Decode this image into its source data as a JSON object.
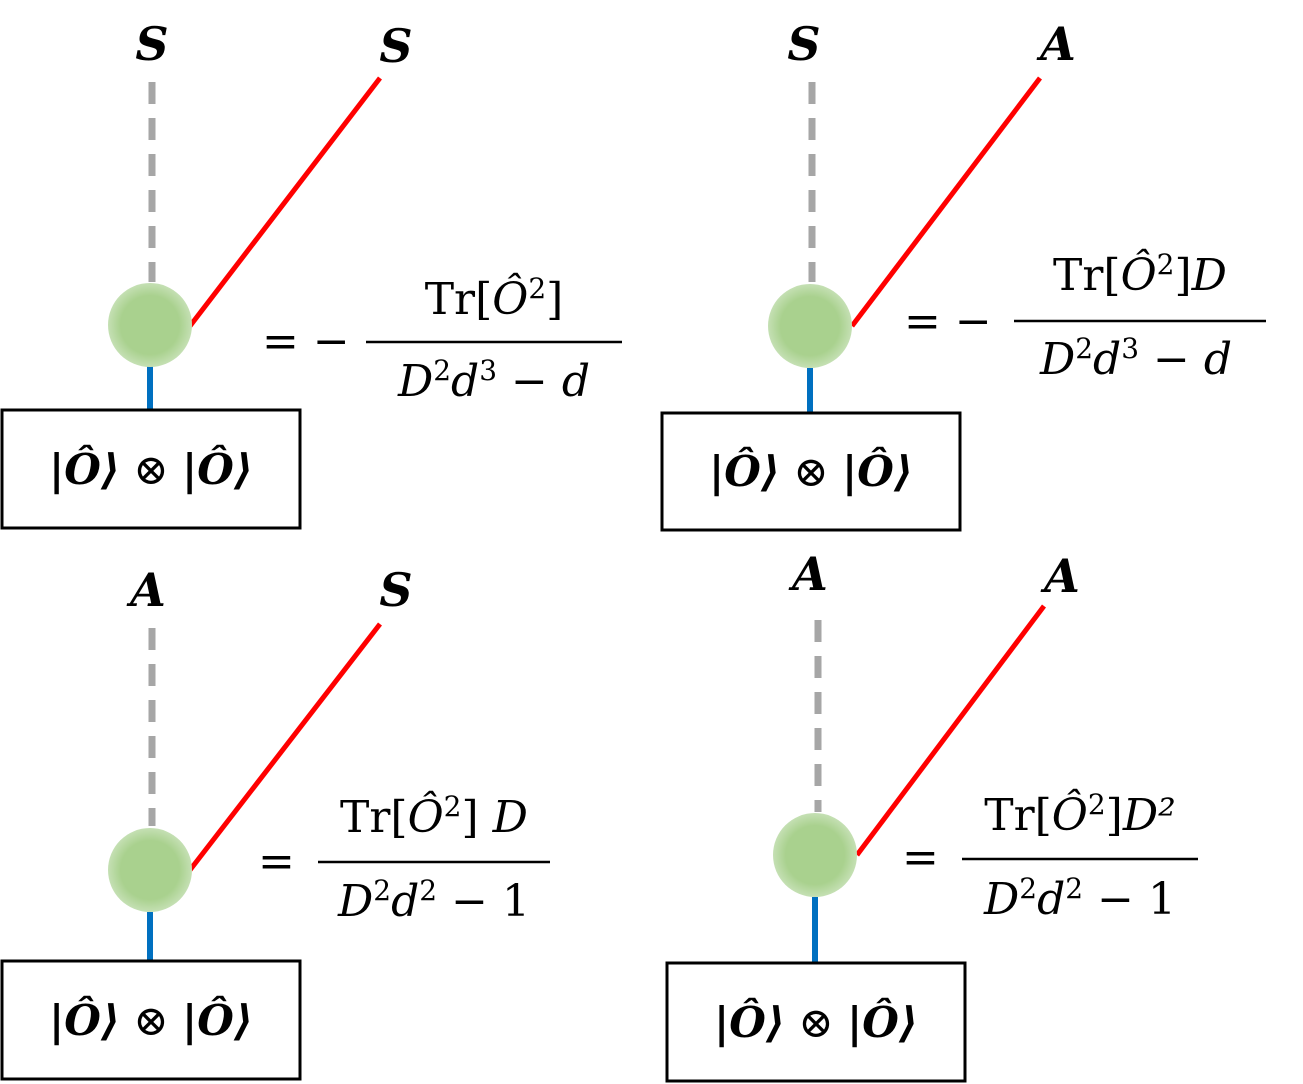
{
  "panels": [
    {
      "id": "top-left",
      "left_label": "S",
      "right_label": "S",
      "sign": "= −",
      "numerator": {
        "prefix": "Tr[",
        "op": "Ô",
        "sup": "2",
        "suffix": "]",
        "tail": ""
      },
      "denominator": {
        "a": "D",
        "a_sup": "2",
        "b": "d",
        "b_sup": "3",
        "rest": " − ",
        "c": "d"
      },
      "ket": {
        "left": "|Ô⟩",
        "tensor": " ⊗ ",
        "right": "|Ô⟩"
      }
    },
    {
      "id": "top-right",
      "left_label": "S",
      "right_label": "A",
      "sign": "= −",
      "numerator": {
        "prefix": "Tr[",
        "op": "Ô",
        "sup": "2",
        "suffix": "]",
        "tail": "D"
      },
      "denominator": {
        "a": "D",
        "a_sup": "2",
        "b": "d",
        "b_sup": "3",
        "rest": " − ",
        "c": "d"
      },
      "ket": {
        "left": "|Ô⟩",
        "tensor": " ⊗ ",
        "right": "|Ô⟩"
      }
    },
    {
      "id": "bottom-left",
      "left_label": "A",
      "right_label": "S",
      "sign": "=",
      "numerator": {
        "prefix": "Tr[",
        "op": "Ô",
        "sup": "2",
        "suffix": "]",
        "tail": " D"
      },
      "denominator": {
        "a": "D",
        "a_sup": "2",
        "b": "d",
        "b_sup": "2",
        "rest": " − 1",
        "c": ""
      },
      "ket": {
        "left": "|Ô⟩",
        "tensor": " ⊗ ",
        "right": "|Ô⟩"
      }
    },
    {
      "id": "bottom-right",
      "left_label": "A",
      "right_label": "A",
      "sign": "=",
      "numerator": {
        "prefix": "Tr[",
        "op": "Ô",
        "sup": "2",
        "suffix": "]",
        "tail": "D²"
      },
      "denominator": {
        "a": "D",
        "a_sup": "2",
        "b": "d",
        "b_sup": "2",
        "rest": " − 1",
        "c": ""
      },
      "ket": {
        "left": "|Ô⟩",
        "tensor": " ⊗ ",
        "right": "|Ô⟩"
      }
    }
  ],
  "colors": {
    "dashed_leg": "#a6a6a6",
    "red_leg": "#ff0000",
    "blue_leg": "#0070c0",
    "node_fill": "#a9d18e",
    "box_stroke": "#000000"
  }
}
